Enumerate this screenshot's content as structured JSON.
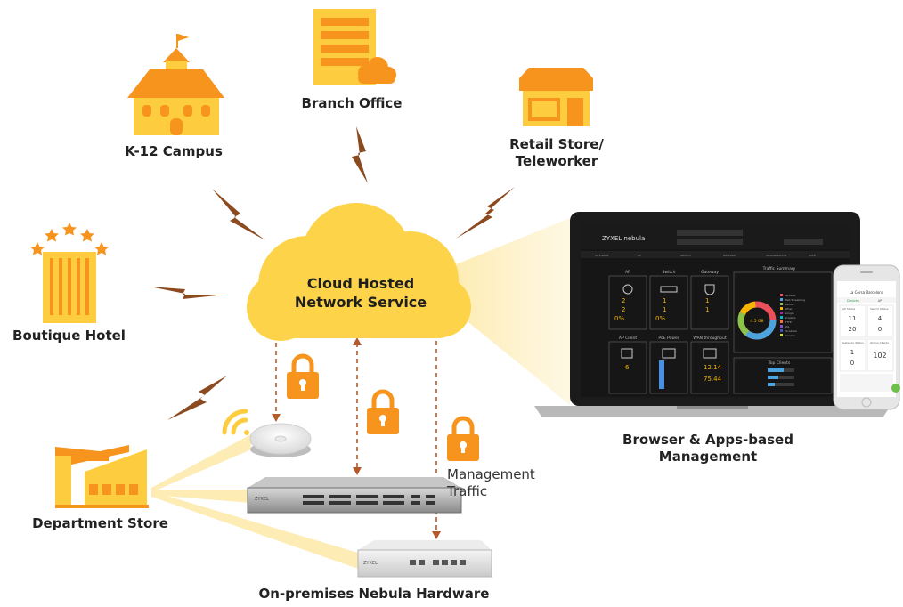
{
  "nodes": {
    "k12": "K-12 Campus",
    "branch": "Branch Office",
    "retail_line1": "Retail Store/",
    "retail_line2": "Teleworker",
    "hotel": "Boutique Hotel",
    "department": "Department Store"
  },
  "cloud": {
    "line1": "Cloud Hosted",
    "line2": "Network Service"
  },
  "management": {
    "line1": "Browser & Apps-based",
    "line2": "Management"
  },
  "traffic": {
    "line1": "Management",
    "line2": "Traffic"
  },
  "hardware_label": "On-premises Nebula Hardware",
  "dashboard": {
    "brand": "ZYXEL",
    "product": "nebula",
    "nav": [
      "SITE-WIDE",
      "AP",
      "SWITCH",
      "GATEWAY",
      "ORGANIZATION",
      "HELP"
    ],
    "panels": {
      "ap": "AP",
      "switch": "Switch",
      "gateway": "Gateway",
      "traffic": "Traffic Summary",
      "ap_client": "AP Client",
      "poe": "PoE Power",
      "wan": "WAN throughput",
      "top_clients": "Top Clients"
    },
    "stats": {
      "ap_online": "2",
      "ap_total": "2",
      "ap_pct": "0%",
      "sw_online": "1",
      "sw_total": "1",
      "sw_pct": "0%",
      "gw_online": "1",
      "gw_total": "1",
      "clients": "6",
      "wan_down": "12.14",
      "wan_up": "75.44",
      "donut_total": "4.5 GB"
    },
    "legend": [
      "SD/WAN",
      "Web Streaming",
      "Games",
      "Other",
      "Google",
      "Dropbox",
      "HTTP",
      "SSL",
      "Facebook",
      "Amazon"
    ]
  },
  "phone": {
    "title": "La Corsa Barcelona",
    "tab1": "Devices",
    "tab2": "AP",
    "tiles": [
      "AP Status",
      "Switch Status",
      "Gateway Status",
      "Online Clients"
    ],
    "values": [
      "11",
      "4",
      "1",
      "102",
      "20",
      "0",
      "0"
    ]
  },
  "colors": {
    "orange": "#f7941d",
    "yellow": "#fdcd3f",
    "cloud": "#fdd34a",
    "lightning": "#8b4a1f"
  }
}
